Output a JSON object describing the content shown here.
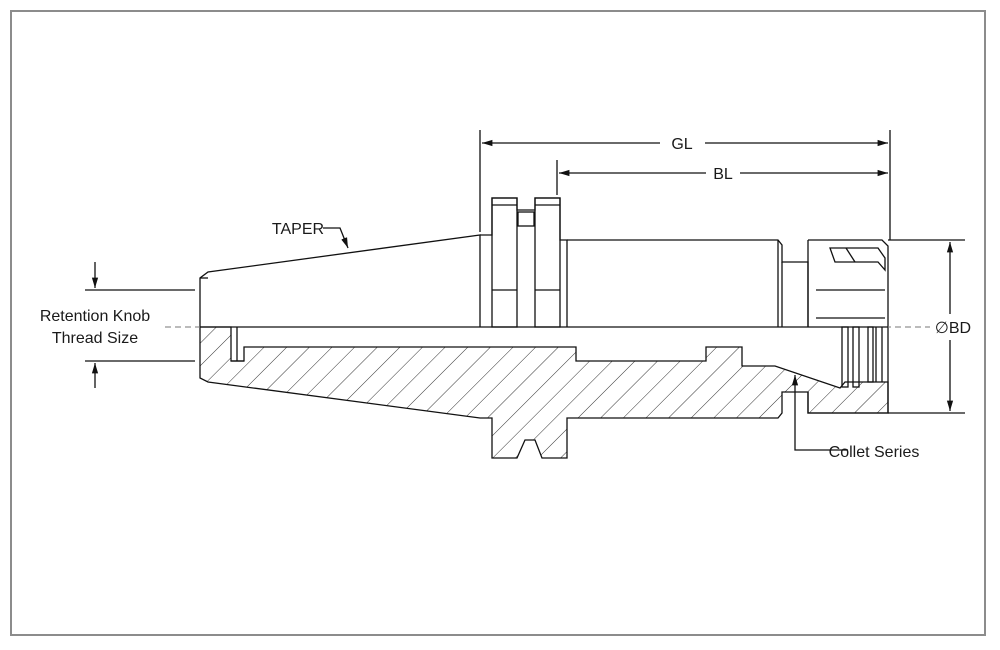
{
  "labels": {
    "gl": "GL",
    "bl": "BL",
    "taper": "TAPER",
    "retention_line1": "Retention Knob",
    "retention_line2": "Thread Size",
    "bd": "∅BD",
    "collet": "Collet Series"
  }
}
